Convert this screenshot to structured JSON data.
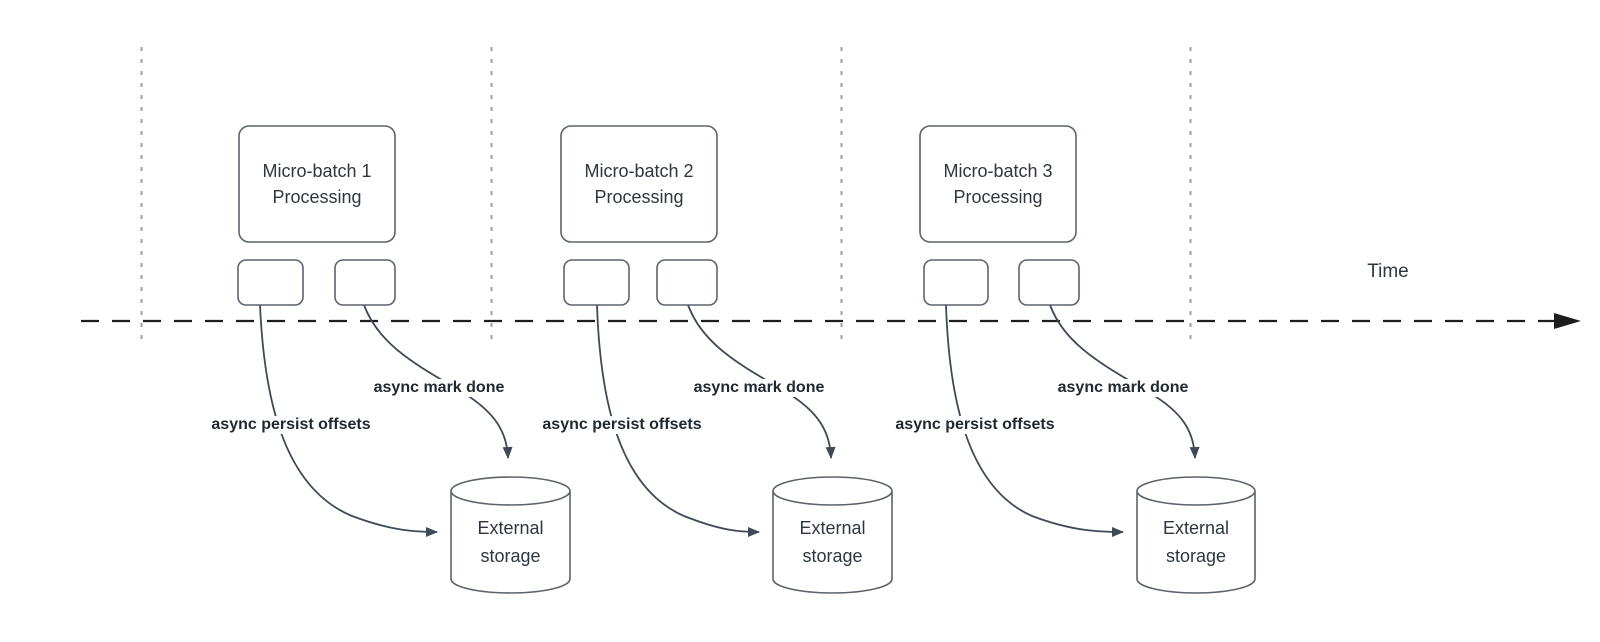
{
  "diagram": {
    "time_axis_label": "Time",
    "groups": [
      {
        "id": "micro-batch-1",
        "process_label_line1": "Micro-batch 1",
        "process_label_line2": "Processing",
        "persist_arrow_label": "async persist offsets",
        "done_arrow_label": "async mark done",
        "storage_label_line1": "External",
        "storage_label_line2": "storage"
      },
      {
        "id": "micro-batch-2",
        "process_label_line1": "Micro-batch 2",
        "process_label_line2": "Processing",
        "persist_arrow_label": "async persist offsets",
        "done_arrow_label": "async mark done",
        "storage_label_line1": "External",
        "storage_label_line2": "storage"
      },
      {
        "id": "micro-batch-3",
        "process_label_line1": "Micro-batch 3",
        "process_label_line2": "Processing",
        "persist_arrow_label": "async persist offsets",
        "done_arrow_label": "async mark done",
        "storage_label_line1": "External",
        "storage_label_line2": "storage"
      }
    ]
  },
  "colors": {
    "background": "#ffffff",
    "shape_stroke": "#5c636d",
    "arrow_stroke": "#3f4a57",
    "timeline_stroke": "#1d1d1d",
    "guide_stroke": "#a0a1a7",
    "text": "#2e3741",
    "bold_label_text": "#1f2832"
  }
}
